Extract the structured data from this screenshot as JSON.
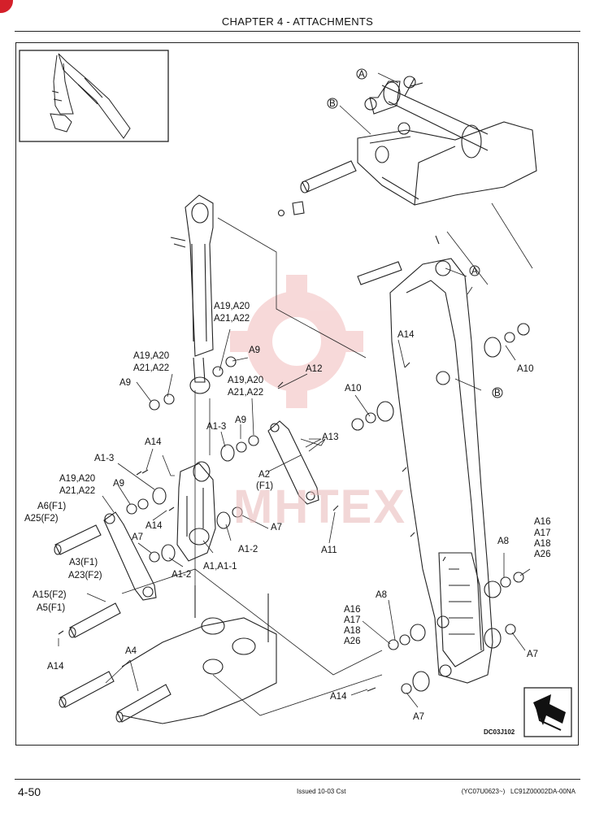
{
  "header": {
    "chapter": "CHAPTER 4 - ATTACHMENTS"
  },
  "figure": {
    "code": "DC03J102",
    "callouts": {
      "A": "A",
      "B": "B",
      "A_pin": "A",
      "B_arm": "B",
      "a14_top": "A14",
      "a10_right": "A10",
      "a10_mid": "A10",
      "a12": "A12",
      "a13": "A13",
      "a11": "A11",
      "a7_link": "A7",
      "a2": "A2",
      "f1_a2": "(F1)",
      "a19_top": "A19,A20",
      "a21_top": "A21,A22",
      "a9_top": "A9",
      "a19_left": "A19,A20",
      "a21_left": "A21,A22",
      "a9_left": "A9",
      "a19_mid": "A19,A20",
      "a21_mid": "A21,A22",
      "a1_3_mid": "A1-3",
      "a9_mid": "A9",
      "a14_left": "A14",
      "a1_3_left": "A1-3",
      "a19_low": "A19,A20",
      "a21_low": "A21,A22",
      "a9_low": "A9",
      "a6": "A6(F1)",
      "a25": "A25(F2)",
      "a14_link": "A14",
      "a7_left": "A7",
      "a1_2_left": "A1-2",
      "a1_2_right": "A1-2",
      "a1": "A1,A1-1",
      "a3": "A3(F1)",
      "a23": "A23(F2)",
      "a15": "A15(F2)",
      "a5": "A5(F1)",
      "a14_bottom": "A14",
      "a4": "A4",
      "a16_right": "A16",
      "a17_right": "A17",
      "a18_right": "A18",
      "a26_right": "A26",
      "a8_right": "A8",
      "a7_right": "A7",
      "a8_low": "A8",
      "a16_low": "A16",
      "a17_low": "A17",
      "a18_low": "A18",
      "a26_low": "A26",
      "a14_arm": "A14",
      "a7_bottom": "A7"
    }
  },
  "watermark": "MHTEX",
  "footer": {
    "page": "4-50",
    "issued": "Issued 10-03   Cst",
    "doc_ref": "(YC07U0623~)   LC91Z00002DA-00NA"
  },
  "colors": {
    "ink": "#111111",
    "watermark": "#e06a6a"
  }
}
